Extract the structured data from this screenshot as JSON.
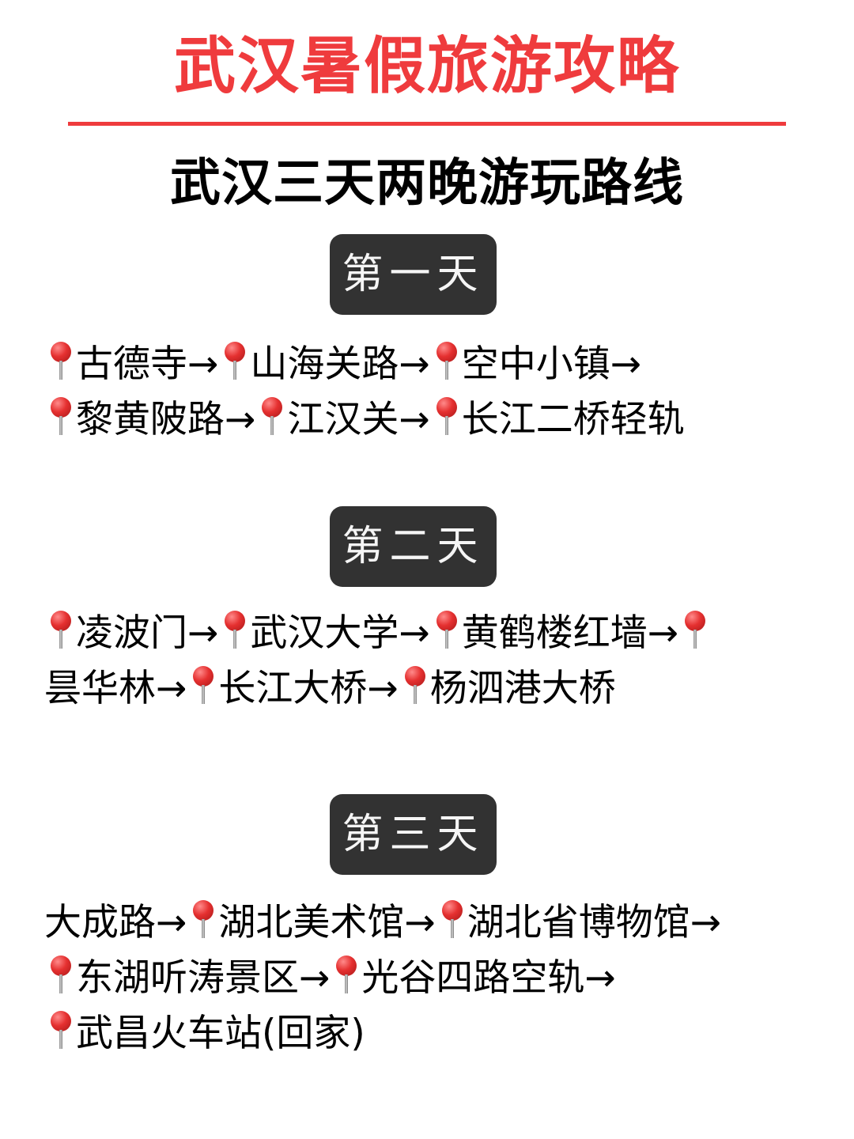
{
  "header": {
    "title": "武汉暑假旅游攻略",
    "subtitle": "武汉三天两晚游玩路线",
    "accent_color": "#ef3b3d"
  },
  "days": [
    {
      "label": "第一天",
      "lines": [
        [
          {
            "pin": true,
            "text": "古德寺"
          },
          {
            "arrow": "→"
          },
          {
            "pin": true,
            "text": "山海关路"
          },
          {
            "arrow": "→"
          },
          {
            "pin": true,
            "text": "空中小镇"
          },
          {
            "arrow": "→"
          }
        ],
        [
          {
            "pin": true,
            "text": "黎黄陂路"
          },
          {
            "arrow": "→"
          },
          {
            "pin": true,
            "text": "江汉关"
          },
          {
            "arrow": "→"
          },
          {
            "pin": true,
            "text": "长江二桥轻轨"
          }
        ]
      ]
    },
    {
      "label": "第二天",
      "lines": [
        [
          {
            "pin": true,
            "text": "凌波门"
          },
          {
            "arrow": "→"
          },
          {
            "pin": true,
            "text": "武汉大学"
          },
          {
            "arrow": "→"
          },
          {
            "pin": true,
            "text": "黄鹤楼红墙"
          },
          {
            "arrow": "→"
          },
          {
            "pin": true,
            "text": ""
          }
        ],
        [
          {
            "pin": false,
            "text": "昙华林"
          },
          {
            "arrow": "→"
          },
          {
            "pin": true,
            "text": "长江大桥"
          },
          {
            "arrow": "→"
          },
          {
            "pin": true,
            "text": "杨泗港大桥"
          }
        ]
      ]
    },
    {
      "label": "第三天",
      "lines": [
        [
          {
            "pin": false,
            "text": "大成路"
          },
          {
            "arrow": "→"
          },
          {
            "pin": true,
            "text": "湖北美术馆"
          },
          {
            "arrow": "→"
          },
          {
            "pin": true,
            "text": "湖北省博物馆"
          },
          {
            "arrow": "→"
          }
        ],
        [
          {
            "pin": true,
            "text": "东湖听涛景区"
          },
          {
            "arrow": "→"
          },
          {
            "pin": true,
            "text": "光谷四路空轨"
          },
          {
            "arrow": "→"
          }
        ],
        [
          {
            "pin": true,
            "text": "武昌火车站(回家)"
          }
        ]
      ]
    }
  ],
  "icons": {
    "pin": "round-pushpin-icon",
    "arrow": "right-arrow"
  }
}
